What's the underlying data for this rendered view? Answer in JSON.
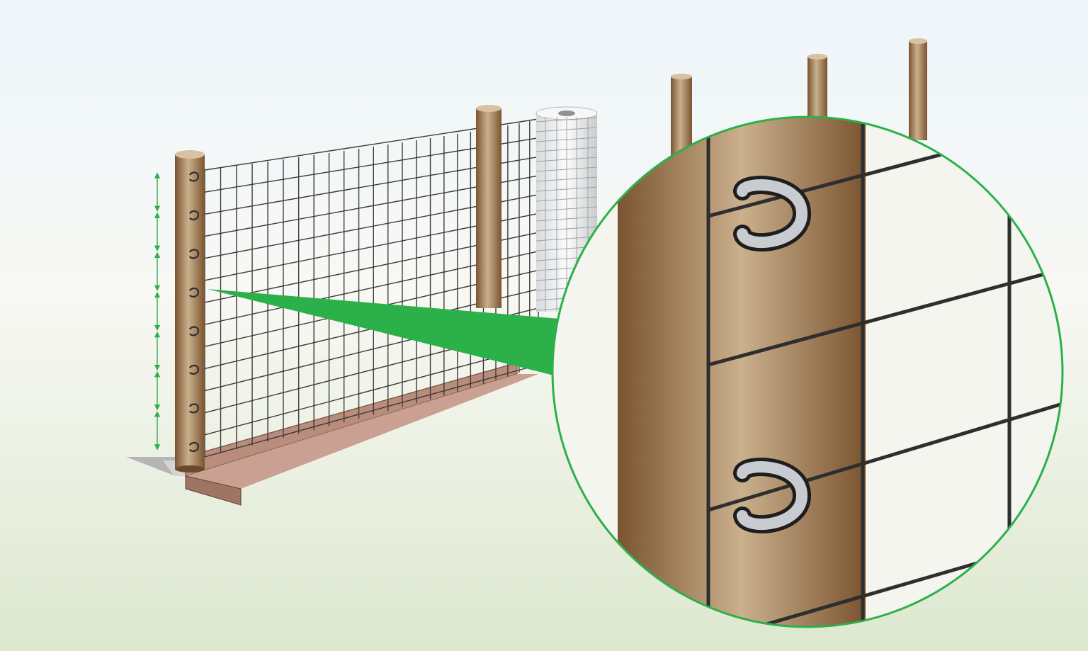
{
  "colors": {
    "sky_top": "#eef6fb",
    "sky_mid": "#f8f8f4",
    "ground": "#dde8cf",
    "accent_green": "#2bb04a",
    "post_dark": "#7a5430",
    "post_light": "#cbb08d",
    "mesh_wire": "#3a3a3a",
    "staple": "#c8ccd0",
    "footer_board": "#b98c7b",
    "roll_white": "#f3f5f6"
  },
  "diagram": {
    "components": [
      {
        "name": "wooden-post",
        "icon": "post-icon"
      },
      {
        "name": "welded-wire-mesh",
        "icon": "mesh-icon"
      },
      {
        "name": "mesh-roll",
        "icon": "roll-icon"
      },
      {
        "name": "u-staple",
        "icon": "staple-icon"
      },
      {
        "name": "buried-apron",
        "icon": "apron-icon"
      }
    ],
    "spacing_arrow_segments": 7,
    "staples_on_post": 8,
    "zoom_callout": true
  }
}
